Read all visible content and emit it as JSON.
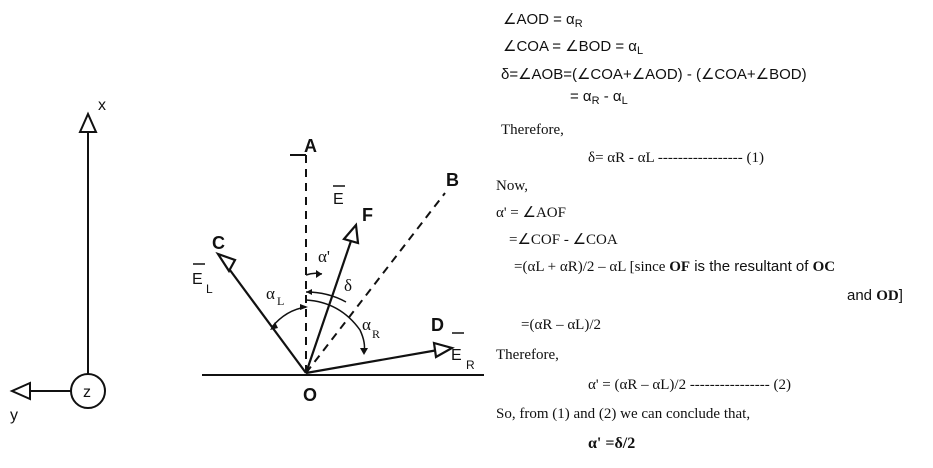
{
  "figure": {
    "axes": {
      "x": "x",
      "y": "y",
      "z": "z"
    },
    "points": {
      "A": "A",
      "B": "B",
      "C": "C",
      "D": "D",
      "F": "F",
      "O": "O"
    },
    "vectors": {
      "E": "E",
      "EL": "E",
      "EL_sub": "L",
      "ER": "E",
      "ER_sub": "R"
    },
    "angles": {
      "alpha_prime": "α'",
      "alpha_L": "α",
      "alpha_L_sub": "L",
      "delta": "δ",
      "alpha_R": "α",
      "alpha_R_sub": "R"
    }
  },
  "derivation": {
    "l1": {
      "lhs": "∠AOD = α",
      "sub": "R"
    },
    "l2": {
      "lhs": "∠COA = ∠BOD = α",
      "sub": "L"
    },
    "l3": "δ=∠AOB=(∠COA+∠AOD) - (∠COA+∠BOD)",
    "l4": {
      "a": "= α",
      "a_sub": "R",
      "b": " - α",
      "b_sub": "L"
    },
    "therefore1": "Therefore,",
    "eq1": "δ=  αR - αL   -----------------  (1)",
    "now": "Now,",
    "l5": "α' = ∠AOF",
    "l6": "=∠COF - ∠COA",
    "l7a": "=(αL + αR)/2 – αL [since ",
    "l7b": "OF",
    "l7c": " is the resultant of ",
    "l7d": "OC",
    "l8a": "and ",
    "l8b": "OD",
    "l8c": "]",
    "l9": "=(αR – αL)/2",
    "therefore2": "Therefore,",
    "eq2": "α' = (αR – αL)/2 ----------------  (2)",
    "conclude": "So, from (1) and (2) we can conclude that,",
    "final": "α' =δ/2"
  }
}
